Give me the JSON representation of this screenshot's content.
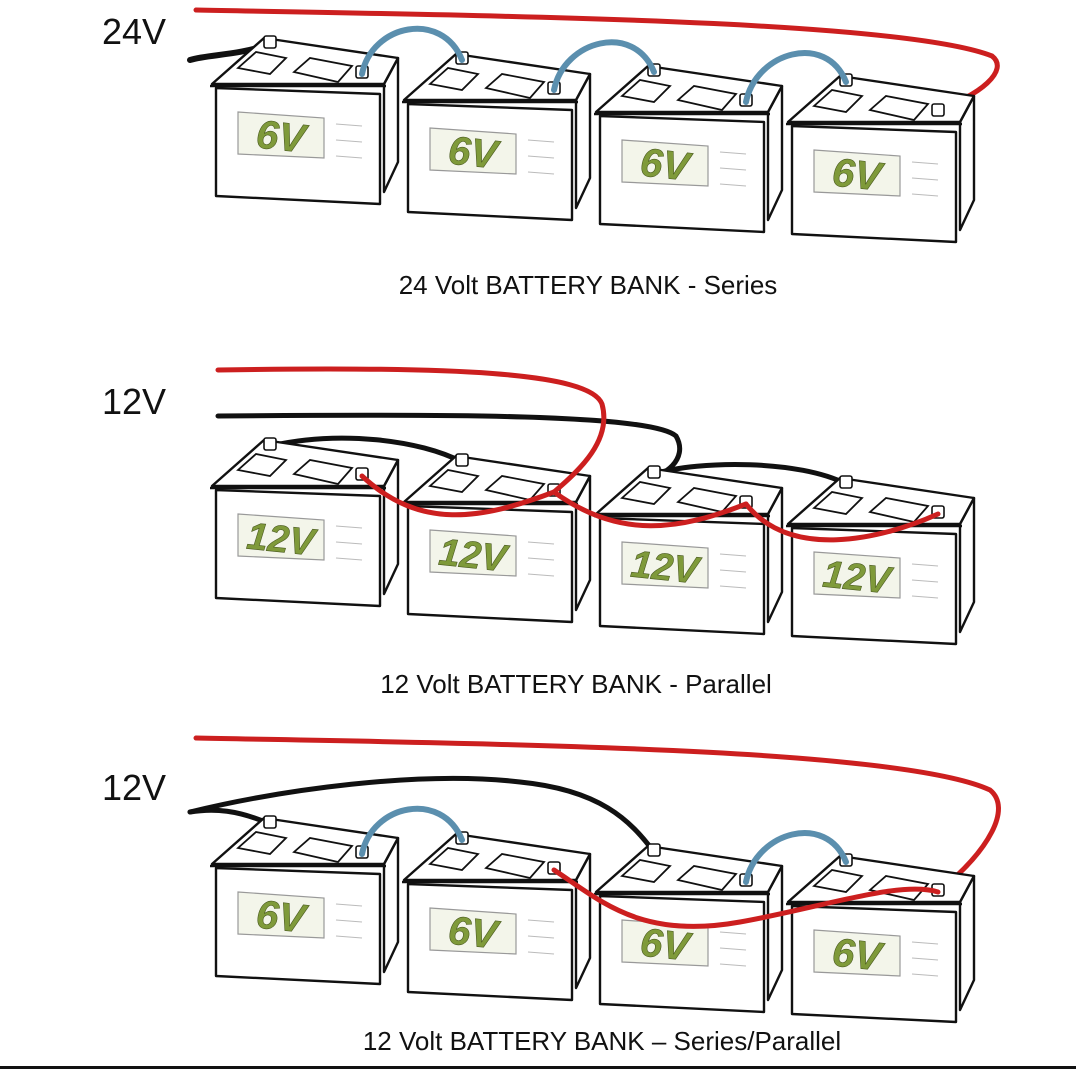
{
  "colors": {
    "positive_cable": "#cc1f1f",
    "negative_cable": "#111111",
    "jumper_cable": "#5b8fae",
    "label_fill": "#7f9a3a"
  },
  "banks": [
    {
      "voltage_label": "24V",
      "caption": "24 Volt BATTERY BANK - Series",
      "battery_labels": [
        "6V",
        "6V",
        "6V",
        "6V"
      ]
    },
    {
      "voltage_label": "12V",
      "caption": "12 Volt BATTERY BANK - Parallel",
      "battery_labels": [
        "12V",
        "12V",
        "12V",
        "12V"
      ]
    },
    {
      "voltage_label": "12V",
      "caption": "12 Volt BATTERY BANK – Series/Parallel",
      "battery_labels": [
        "6V",
        "6V",
        "6V",
        "6V"
      ]
    }
  ]
}
